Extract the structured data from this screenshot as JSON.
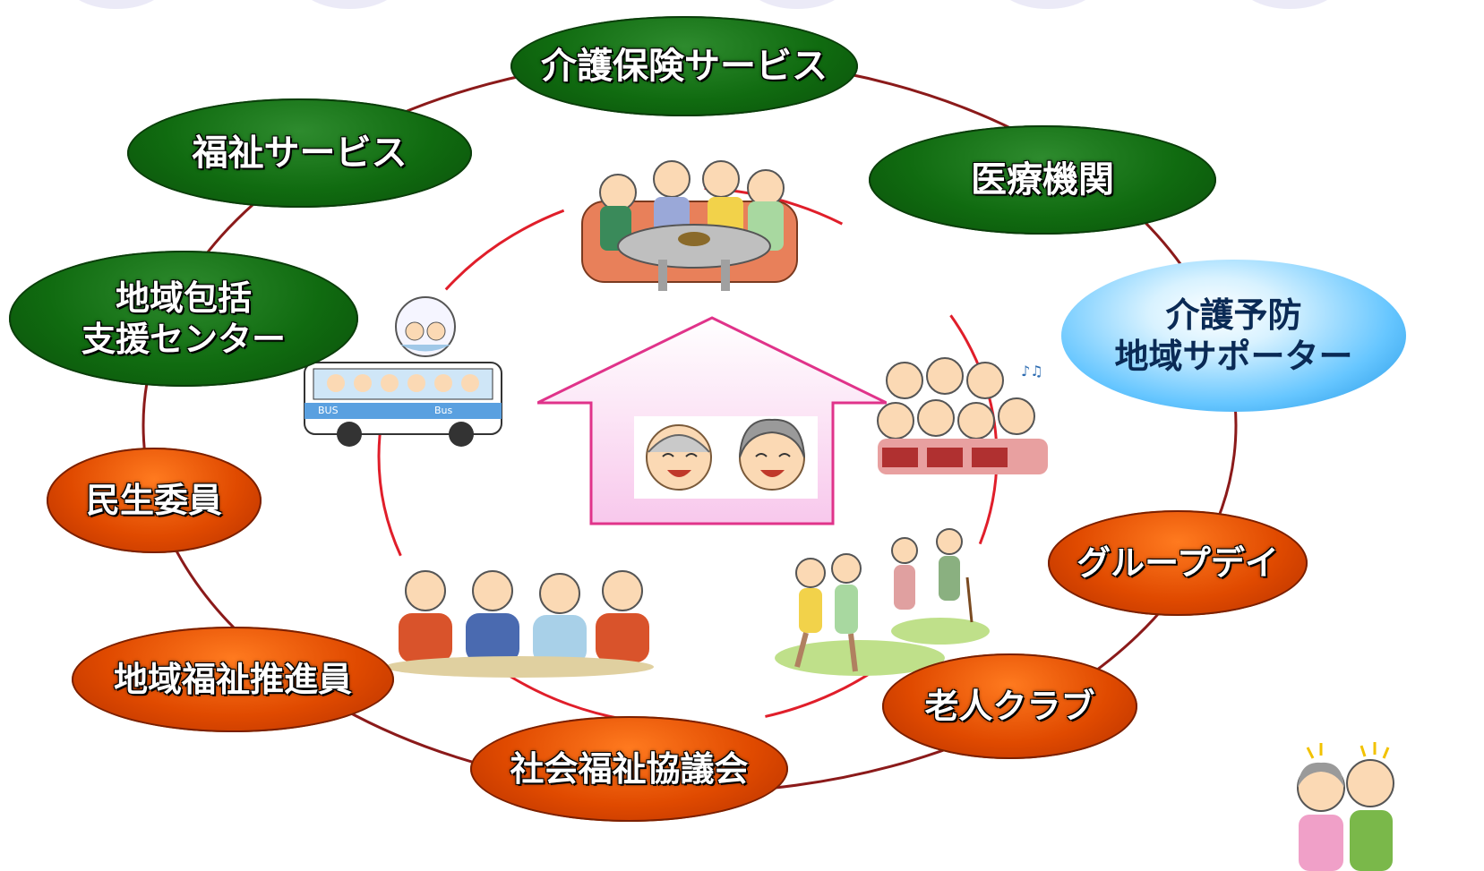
{
  "nodes": {
    "kaigo_hoken": "介護保険サービス",
    "fukushi_service": "福祉サービス",
    "iryo_kikan": "医療機関",
    "chiiki_houkatsu": "地域包括\n支援センター",
    "kaigo_yobou": "介護予防\n地域サポーター",
    "minsei_iin": "民生委員",
    "group_day": "グループデイ",
    "chiiki_fukushi": "地域福祉推進員",
    "roujin_club": "老人クラブ",
    "shakai_fukushi": "社会福祉協議会"
  },
  "illustrations": {
    "bus_sign": "BUS",
    "bus_side": "Bus"
  },
  "colors": {
    "green": "#106b10",
    "orange": "#e04a00",
    "blue": "#66c6ff",
    "outer_ring": "#8b1a1a",
    "inner_ring": "#e01e2a",
    "house_outline": "#e0338a",
    "house_fill": "#fde6f4"
  }
}
